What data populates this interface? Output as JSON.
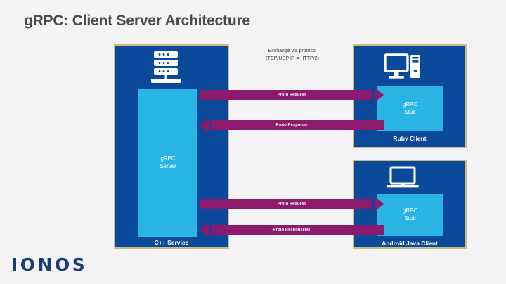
{
  "page": {
    "title": "gRPC: Client Server Architecture",
    "background_color": "#f4f4f6",
    "brand_logo": "IONOS"
  },
  "colors": {
    "panel_blue": "#0b4a9b",
    "panel_border_gold": "#cbbd82",
    "inner_cyan": "#29b4e3",
    "arrow_magenta": "#8c1a6d",
    "title_gray": "#4a4a4a",
    "logo_navy": "#1d3d79"
  },
  "diagram": {
    "server": {
      "icon": "server-rack-icon",
      "inner_label_line1": "gRPC",
      "inner_label_line2": "Server",
      "caption": "C++ Service"
    },
    "clients": [
      {
        "id": "ruby",
        "icon": "desktop-computer-icon",
        "inner_label_line1": "gRPC",
        "inner_label_line2": "Stub",
        "caption": "Ruby Client"
      },
      {
        "id": "android",
        "icon": "laptop-icon",
        "inner_label_line1": "gRPC",
        "inner_label_line2": "Stub",
        "caption": "Android Java Client"
      }
    ],
    "exchange_note": {
      "line1": "Exchange via protocol",
      "line2": "(TCP/UDP IP = HTTP/2)"
    },
    "arrows": [
      {
        "id": "top-request",
        "label": "Proto Request",
        "direction": "right"
      },
      {
        "id": "top-response",
        "label": "Proto Response",
        "direction": "left"
      },
      {
        "id": "bottom-request",
        "label": "Proto Request",
        "direction": "right"
      },
      {
        "id": "bottom-response",
        "label": "Proto Response(s)",
        "direction": "left"
      }
    ]
  }
}
